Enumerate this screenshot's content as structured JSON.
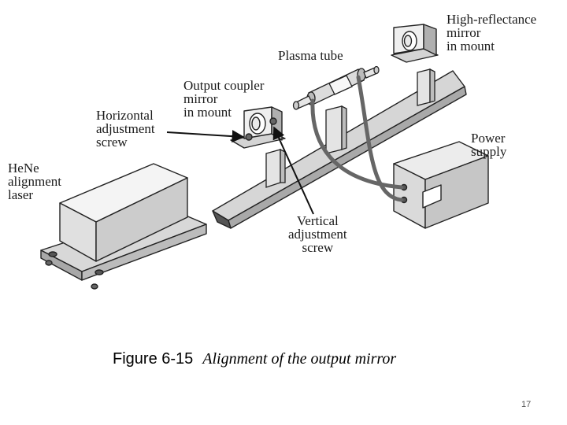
{
  "labels": {
    "high_reflectance": [
      "High-reflectance",
      "mirror",
      "in mount"
    ],
    "plasma_tube": [
      "Plasma tube"
    ],
    "output_coupler": [
      "Output coupler",
      "mirror",
      "in mount"
    ],
    "horizontal_screw": [
      "Horizontal",
      "adjustment",
      "screw"
    ],
    "power_supply": [
      "Power",
      "supply"
    ],
    "hene_laser": [
      "HeNe",
      "alignment",
      "laser"
    ],
    "vertical_screw": [
      "Vertical",
      "adjustment",
      "screw"
    ]
  },
  "caption": {
    "number": "Figure 6-15",
    "text": "Alignment of the output mirror"
  },
  "page_number": "17"
}
